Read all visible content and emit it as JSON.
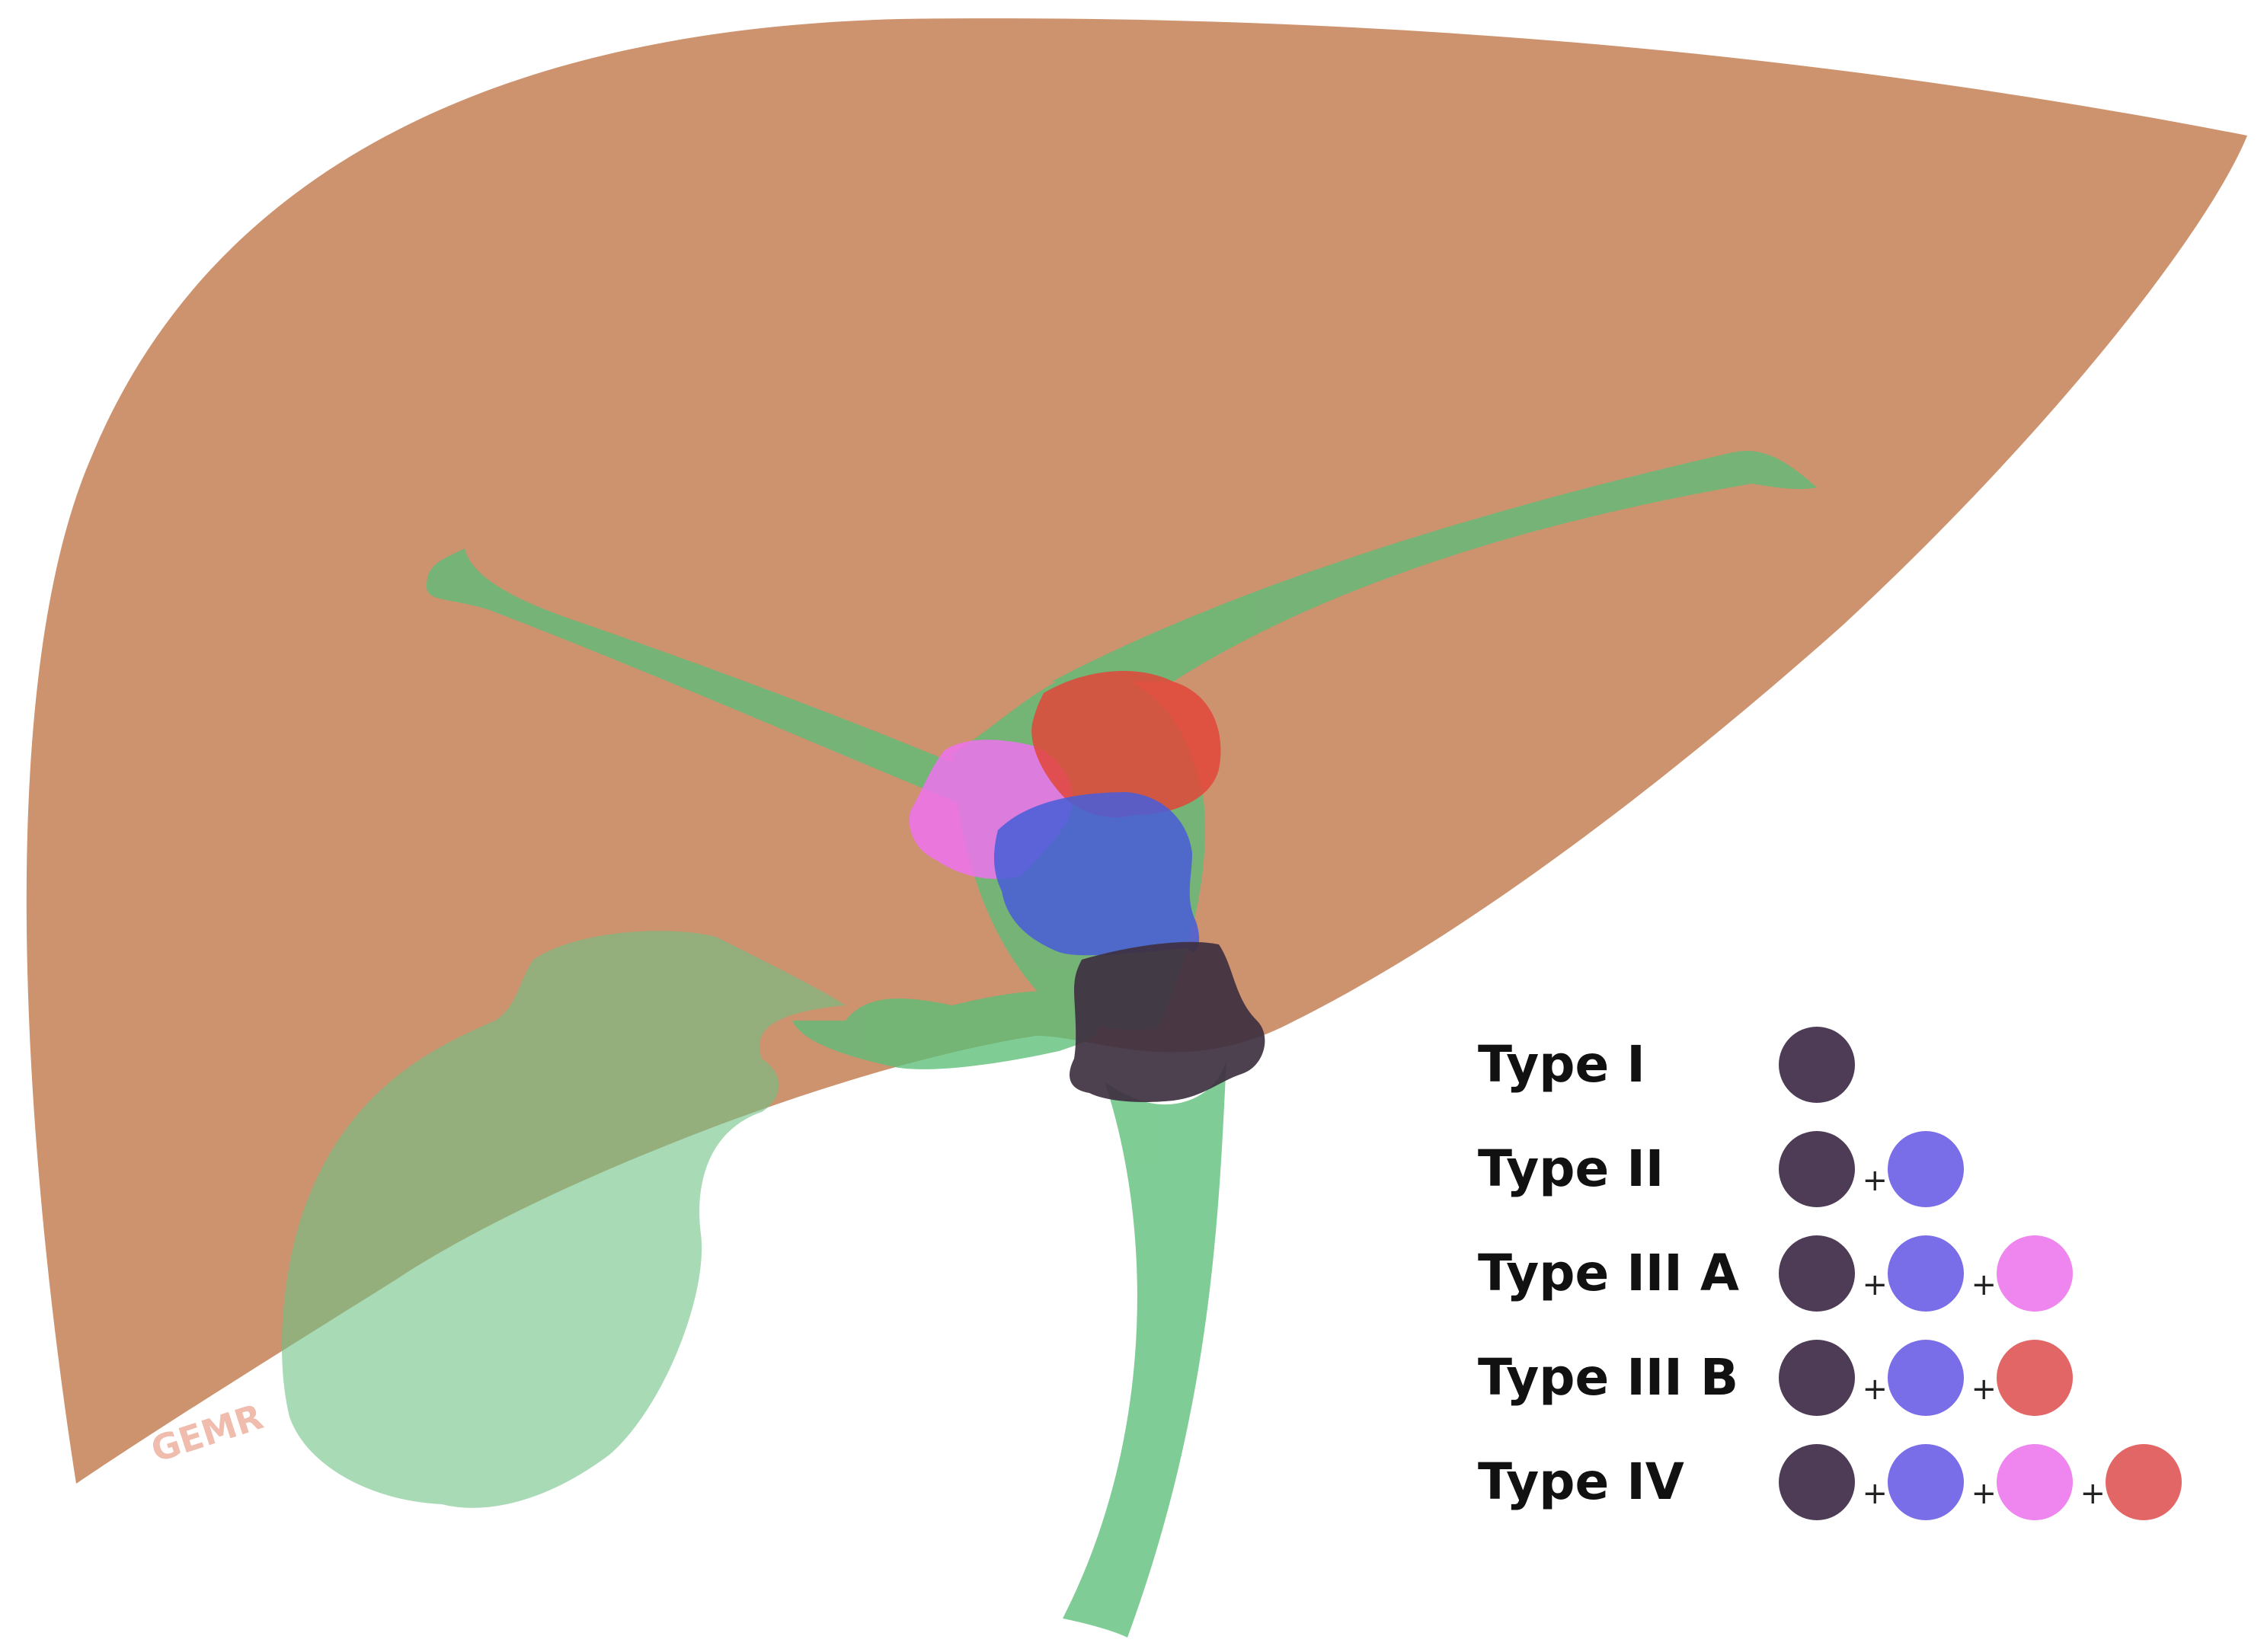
{
  "colors": {
    "background": "#ffffff",
    "liver": "#cc936e",
    "bile_ducts": "#5cbe78",
    "gallbladder": "#6fc285",
    "type_i": "#4e3c56",
    "type_ii": "#7a6de8",
    "type_iii_a": "#ef85ef",
    "type_iii_b": "#e36666",
    "watermark": "#e2866c"
  },
  "watermark": "GEMR",
  "legend": {
    "rows": [
      {
        "label": "Type I",
        "swatches": [
          "type_i"
        ]
      },
      {
        "label": "Type II",
        "swatches": [
          "type_i",
          "type_ii"
        ]
      },
      {
        "label": "Type III A",
        "swatches": [
          "type_i",
          "type_ii",
          "type_iii_a"
        ]
      },
      {
        "label": "Type III B",
        "swatches": [
          "type_i",
          "type_ii",
          "type_iii_b"
        ]
      },
      {
        "label": "Type IV",
        "swatches": [
          "type_i",
          "type_ii",
          "type_iii_a",
          "type_iii_b"
        ]
      }
    ],
    "separator": "+"
  }
}
